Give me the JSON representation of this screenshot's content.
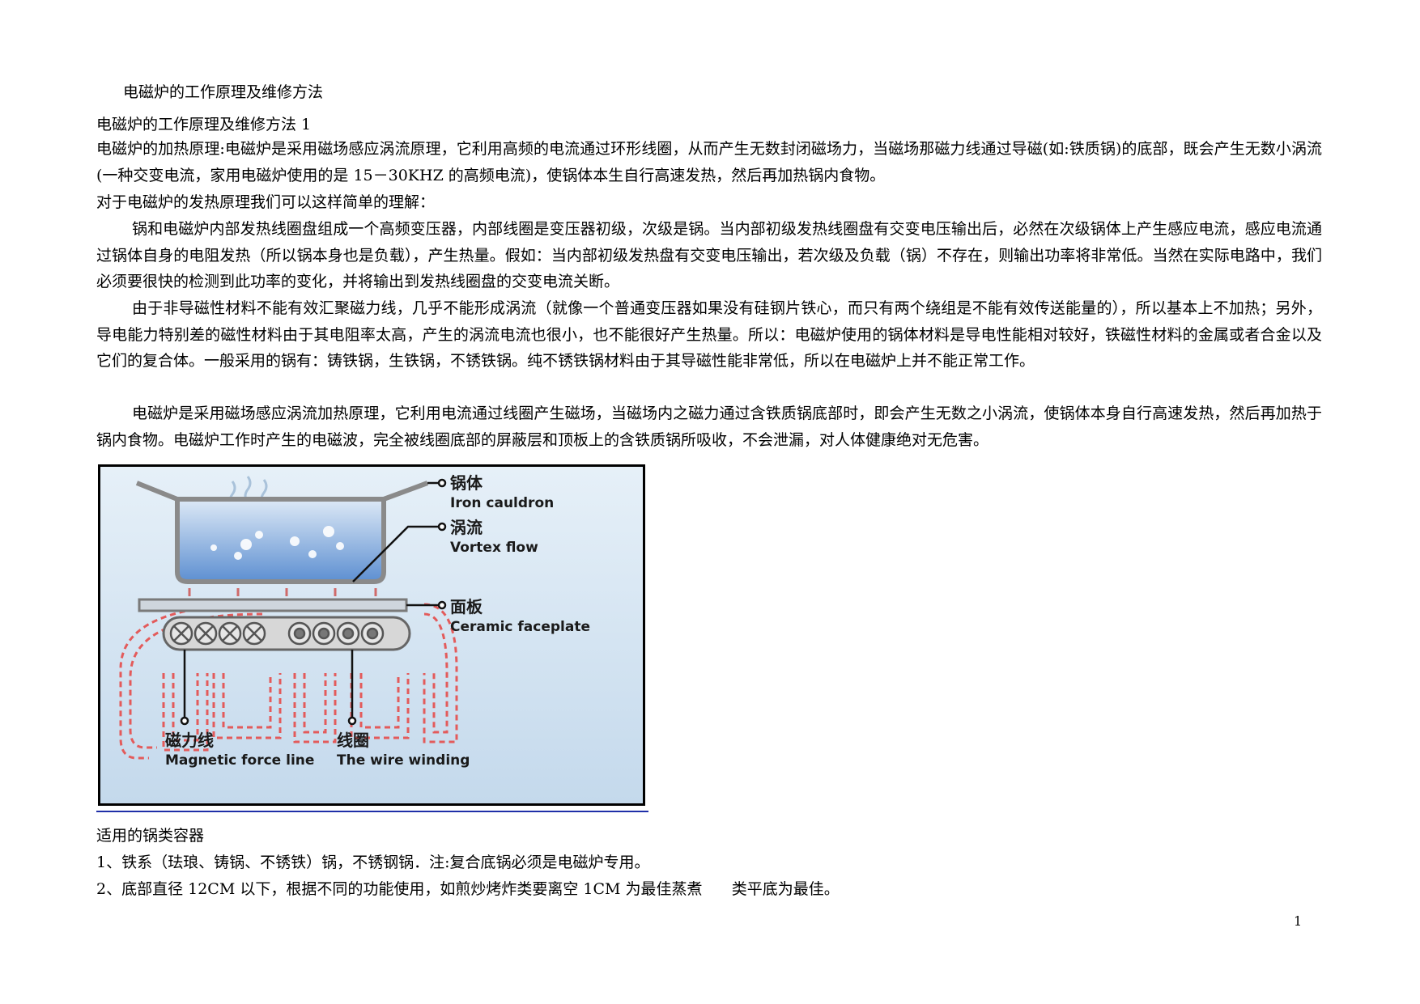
{
  "doc": {
    "header_title": "电磁炉的工作原理及维修方法",
    "section_title": "电磁炉的工作原理及维修方法  1",
    "paragraphs": [
      "电磁炉的加热原理:电磁炉是采用磁场感应涡流原理，它利用高频的电流通过环形线圈，从而产生无数封闭磁场力，当磁场那磁力线通过导磁(如:铁质锅)的底部，既会产生无数小涡流(一种交变电流，家用电磁炉使用的是 15－30KHZ 的高频电流)，使锅体本生自行高速发热，然后再加热锅内食物。",
      "对于电磁炉的发热原理我们可以这样简单的理解：",
      "锅和电磁炉内部发热线圈盘组成一个高频变压器，内部线圈是变压器初级，次级是锅。当内部初级发热线圈盘有交变电压输出后，必然在次级锅体上产生感应电流，感应电流通过锅体自身的电阻发热（所以锅本身也是负载），产生热量。假如：当内部初级发热盘有交变电压输出，若次级及负载（锅）不存在，则输出功率将非常低。当然在实际电路中，我们必须要很快的检测到此功率的变化，并将输出到发热线圈盘的交变电流关断。",
      "由于非导磁性材料不能有效汇聚磁力线，几乎不能形成涡流（就像一个普通变压器如果没有硅钢片铁心，而只有两个绕组是不能有效传送能量的），所以基本上不加热；另外，导电能力特别差的磁性材料由于其电阻率太高，产生的涡流电流也很小，也不能很好产生热量。所以：电磁炉使用的锅体材料是导电性能相对较好，铁磁性材料的金属或者合金以及它们的复合体。一般采用的锅有：铸铁锅，生铁锅，不锈铁锅。纯不锈铁锅材料由于其导磁性能非常低，所以在电磁炉上并不能正常工作。",
      "电磁炉是采用磁场感应涡流加热原理，它利用电流通过线圈产生磁场，当磁场内之磁力通过含铁质锅底部时，即会产生无数之小涡流，使锅体本身自行高速发热，然后再加热于锅内食物。电磁炉工作时产生的电磁波，完全被线圈底部的屏蔽层和顶板上的含铁质锅所吸收，不会泄漏，对人体健康绝对无危害。"
    ],
    "figure": {
      "label_pot_cn": "锅体",
      "label_pot_en": "Iron cauldron",
      "label_vortex_cn": "涡流",
      "label_vortex_en": "Vortex flow",
      "label_plate_cn": "面板",
      "label_plate_en": "Ceramic faceplate",
      "label_force_cn": "磁力线",
      "label_force_en": "Magnetic force line",
      "label_coil_cn": "线圈",
      "label_coil_en": "The wire winding"
    },
    "cookware_title": "适用的锅类容器",
    "list": [
      "1、铁系（珐琅、铸锅、不锈铁）锅，不锈钢锅．注:复合底锅必须是电磁炉专用。",
      "2、底部直径 12CM 以下，根据不同的功能使用，如煎炒烤炸类要离空 1CM 为最佳蒸煮      类平底为最佳。"
    ],
    "page_number": "1"
  }
}
